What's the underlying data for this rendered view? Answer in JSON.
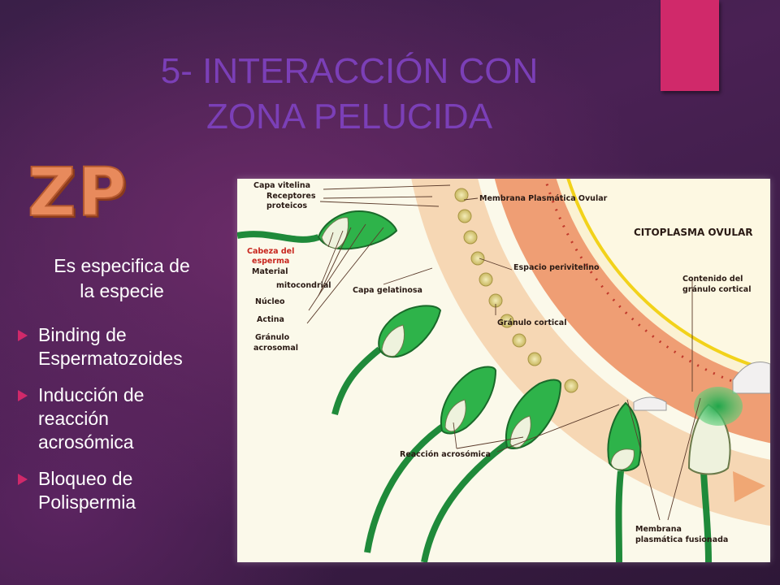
{
  "slide": {
    "title_line1": "5- INTERACCIÓN CON",
    "title_line2": "ZONA PELUCIDA",
    "logo_text": "ZP",
    "subtitle_line1": "Es especifica de",
    "subtitle_line2": "la especie",
    "bullets": [
      {
        "line1": "Binding de",
        "line2": "Espermatozoides",
        "line3": ""
      },
      {
        "line1": "Inducción de",
        "line2": "reacción",
        "line3": "acrosómica"
      },
      {
        "line1": "Bloqueo de",
        "line2": "Polispermia",
        "line3": ""
      }
    ],
    "colors": {
      "accent": "#d0296a",
      "title": "#7b3fb7",
      "logo": "#e88a5c"
    }
  },
  "figure": {
    "labels": {
      "capa_vitelina": "Capa vitelina",
      "receptores": "Receptores",
      "proteicos": "proteicos",
      "membrana_plasmatica_ovular": "Membrana Plasmática Ovular",
      "citoplasma": "CITOPLASMA OVULAR",
      "cabeza1": "Cabeza del",
      "cabeza2": "esperma",
      "material": "Material",
      "mitocondrial": "mitocondrial",
      "nucleo": "Núcleo",
      "actina": "Actina",
      "granulo1": "Gránulo",
      "granulo2": "acrosomal",
      "capa_gelatinosa": "Capa gelatinosa",
      "espacio_perivitelino": "Espacio perivitelino",
      "contenido1": "Contenido del",
      "contenido2": "gránulo cortical",
      "granulo_cortical": "Gránulo cortical",
      "reaccion_acrosomica": "Reacción acrosómica",
      "membrana_fus1": "Membrana",
      "membrana_fus2": "plasmática fusionada"
    }
  }
}
